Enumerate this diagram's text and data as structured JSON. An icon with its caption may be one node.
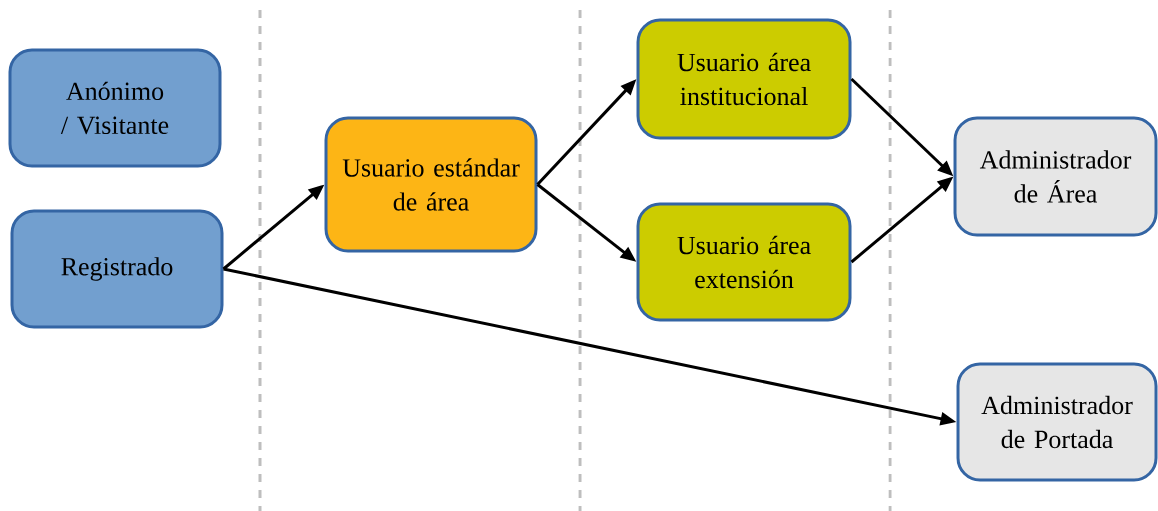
{
  "diagram": {
    "nodes": [
      {
        "text": [
          "Anónimo / Visitante"
        ]
      },
      {
        "text": [
          "Registrado"
        ]
      },
      {
        "text": [
          "Usuario estándar de área"
        ]
      },
      {
        "text": [
          "Usuario área institucional"
        ]
      },
      {
        "text": [
          "Usuario área extensión"
        ]
      },
      {
        "text": [
          "Administrador de Área"
        ]
      },
      {
        "text": [
          "Administrador de Portada"
        ]
      }
    ],
    "edges": [
      {
        "from": 1,
        "to": 2,
        "arrow": "to"
      },
      {
        "from": 2,
        "to": 3,
        "arrow": "to"
      },
      {
        "from": 2,
        "to": 4,
        "arrow": "to"
      },
      {
        "from": 3,
        "to": 5,
        "arrow": "to"
      },
      {
        "from": 4,
        "to": 5,
        "arrow": "to"
      },
      {
        "from": 1,
        "to": 6,
        "arrow": "to"
      }
    ]
  }
}
